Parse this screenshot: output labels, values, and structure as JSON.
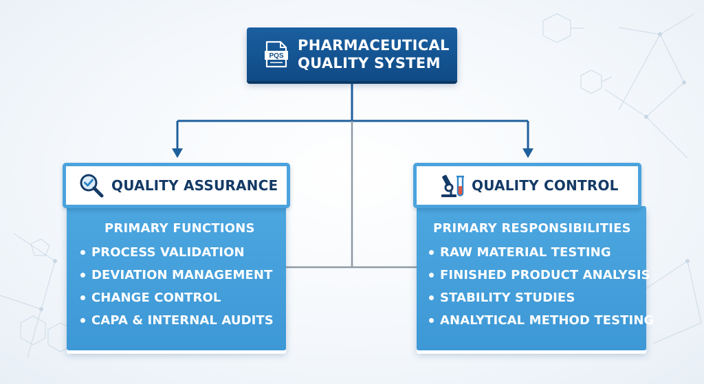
{
  "root": {
    "icon": "document-pqs-icon",
    "icon_label": "PQS",
    "title_line1": "PHARMACEUTICAL",
    "title_line2": "QUALITY SYSTEM"
  },
  "branches": [
    {
      "title": "QUALITY ASSURANCE",
      "icon": "magnifier-check-icon",
      "heading": "PRIMARY FUNCTIONS",
      "items": [
        "PROCESS VALIDATION",
        "DEVIATION MANAGEMENT",
        "CHANGE CONTROL",
        "CAPA & INTERNAL AUDITS"
      ]
    },
    {
      "title": "QUALITY CONTROL",
      "icon": "microscope-test-tube-icon",
      "heading": "PRIMARY RESPONSIBILITIES",
      "items": [
        "RAW MATERIAL TESTING",
        "FINISHED PRODUCT ANALYSIS",
        "STABILITY STUDIES",
        "ANALYTICAL METHOD TESTING"
      ]
    }
  ],
  "colors": {
    "root_fill": "#1a5fa0",
    "branch_fill": "#4ca6df",
    "connector": "#1e5f9c",
    "title_text": "#143a66"
  }
}
